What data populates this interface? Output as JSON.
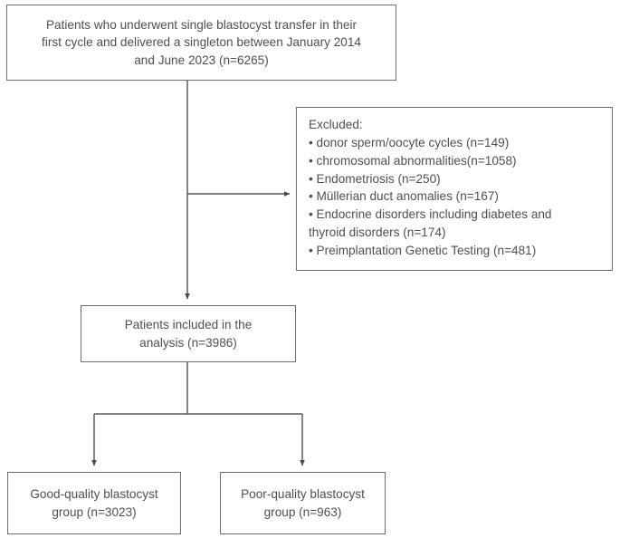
{
  "diagram": {
    "type": "flowchart",
    "title": "Patient selection flow diagram",
    "line_color": "#5a5a5a",
    "box_border_color": "#6d6d6d",
    "text_color": "#4f4f4f",
    "background": "#ffffff"
  },
  "nodes": {
    "cohort": {
      "text": "Patients who underwent single blastocyst transfer in their\nfirst cycle and delivered a singleton between January 2014\nand June 2023 (n=6265)",
      "n": 6265
    },
    "excluded": {
      "text": "Excluded:\n• donor sperm/oocyte cycles (n=149)\n• chromosomal abnormalities(n=1058)\n• Endometriosis (n=250)\n• Müllerian duct anomalies (n=167)\n• Endocrine disorders including diabetes and\nthyroid disorders  (n=174)\n• Preimplantation Genetic Testing (n=481)",
      "heading": "Excluded:",
      "items": [
        {
          "label": "donor sperm/oocyte cycles",
          "n": 149
        },
        {
          "label": "chromosomal abnormalities",
          "n": 1058
        },
        {
          "label": "Endometriosis",
          "n": 250
        },
        {
          "label": "Müllerian duct anomalies",
          "n": 167
        },
        {
          "label": "Endocrine disorders including diabetes and thyroid disorders",
          "n": 174
        },
        {
          "label": "Preimplantation Genetic Testing",
          "n": 481
        }
      ]
    },
    "included": {
      "text": "Patients included in the\nanalysis (n=3986)",
      "n": 3986
    },
    "good_quality": {
      "text": "Good-quality blastocyst\ngroup (n=3023)",
      "n": 3023
    },
    "poor_quality": {
      "text": "Poor-quality blastocyst\ngroup (n=963)",
      "n": 963
    }
  },
  "connectors": [
    {
      "name": "cohort-to-included",
      "from": "cohort",
      "to": "included",
      "style": "vertical-arrow"
    },
    {
      "name": "cohort-to-excluded",
      "from": "cohort",
      "to": "excluded",
      "style": "elbow-right-arrow"
    },
    {
      "name": "included-to-groups",
      "from": "included",
      "to": [
        "good_quality",
        "poor_quality"
      ],
      "style": "split-arrow"
    }
  ]
}
